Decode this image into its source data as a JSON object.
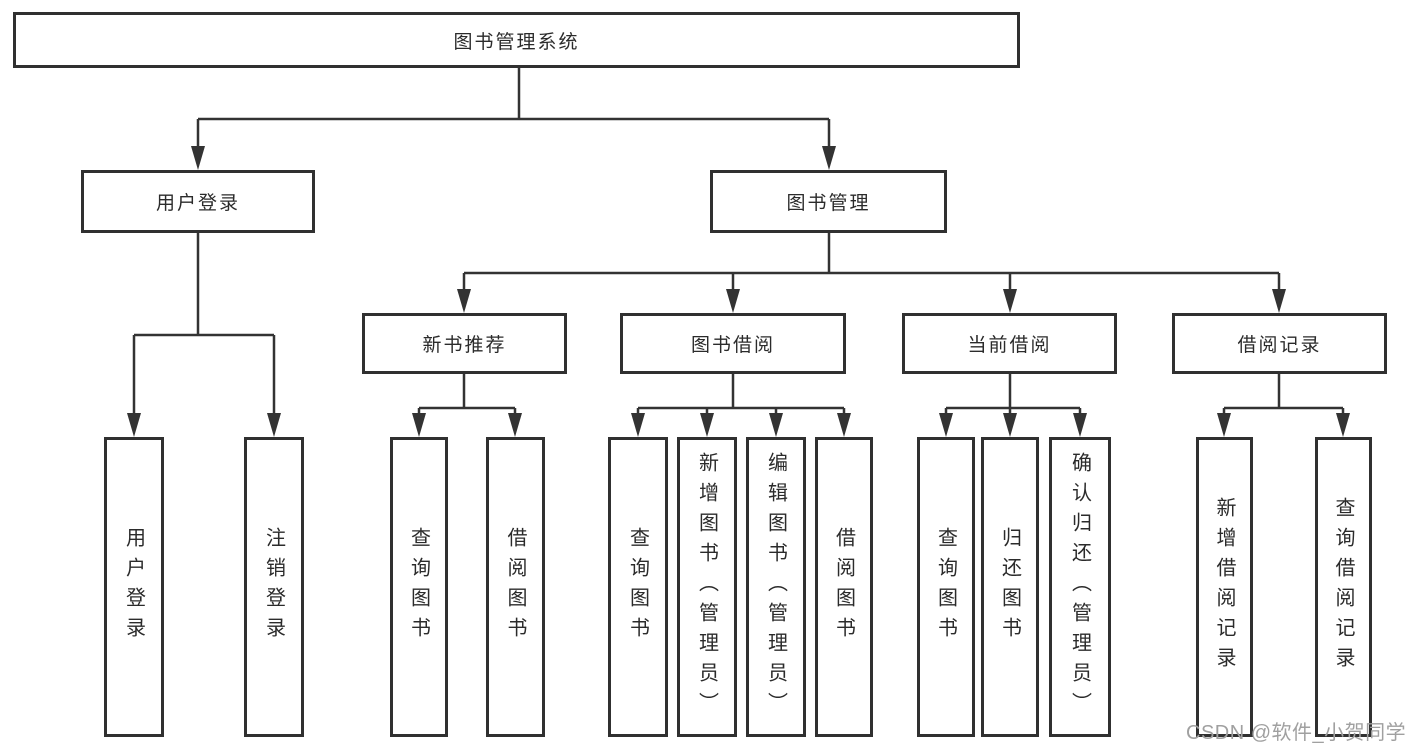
{
  "diagram": {
    "title": "图书管理系统",
    "root": {
      "label": "图书管理系统"
    },
    "level1": [
      {
        "label": "用户登录"
      },
      {
        "label": "图书管理"
      }
    ],
    "level2": [
      {
        "label": "新书推荐"
      },
      {
        "label": "图书借阅"
      },
      {
        "label": "当前借阅"
      },
      {
        "label": "借阅记录"
      }
    ],
    "leaves": {
      "user_login": [
        {
          "label": "用户登录"
        },
        {
          "label": "注销登录"
        }
      ],
      "new_book": [
        {
          "label": "查询图书"
        },
        {
          "label": "借阅图书"
        }
      ],
      "book_borrow": [
        {
          "label": "查询图书"
        },
        {
          "label": "新增图书（管理员）"
        },
        {
          "label": "编辑图书（管理员）"
        },
        {
          "label": "借阅图书"
        }
      ],
      "current_borrow": [
        {
          "label": "查询图书"
        },
        {
          "label": "归还图书"
        },
        {
          "label": "确认归还（管理员）"
        }
      ],
      "records": [
        {
          "label": "新增借阅记录"
        },
        {
          "label": "查询借阅记录"
        }
      ]
    }
  },
  "watermark": {
    "text": "CSDN @软件_小贺同学",
    "color": "#a0a0a0"
  },
  "colors": {
    "line": "#333333",
    "box_border": "#303030",
    "text": "#2b2b2b",
    "background": "#ffffff"
  }
}
